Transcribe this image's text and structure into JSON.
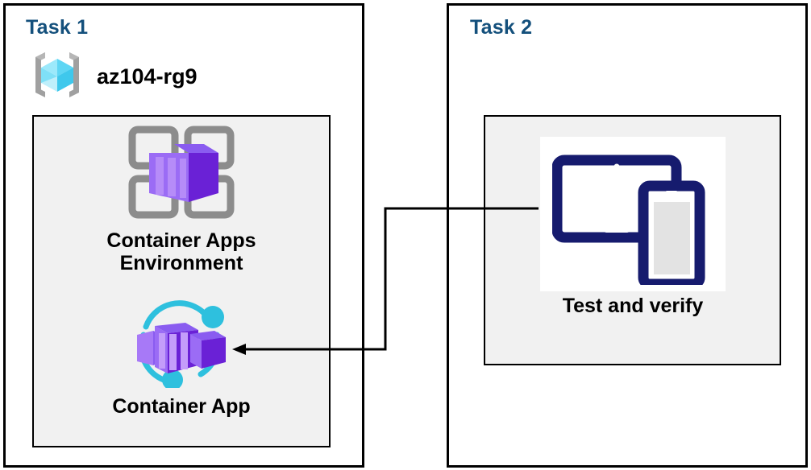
{
  "diagram": {
    "title_color": "#14507C",
    "background": "#ffffff",
    "panel_border": "#000000",
    "inner_box_fill": "#F1F1F1"
  },
  "task1": {
    "label": "Task 1",
    "resource_group": {
      "name": "az104-rg9",
      "icon": "resource-group-icon"
    },
    "nodes": [
      {
        "id": "container-apps-environment",
        "icon": "container-apps-environment-icon",
        "caption": "Container Apps\nEnvironment"
      },
      {
        "id": "container-app",
        "icon": "container-app-icon",
        "caption": "Container App"
      }
    ]
  },
  "task2": {
    "label": "Task 2",
    "nodes": [
      {
        "id": "test-and-verify",
        "icon": "test-and-verify-icon",
        "caption": "Test and verify"
      }
    ]
  },
  "connector": {
    "id": "test-to-container-app-arrow",
    "from": "test-and-verify",
    "to": "container-app",
    "color": "#000000",
    "arrowhead": "left"
  }
}
